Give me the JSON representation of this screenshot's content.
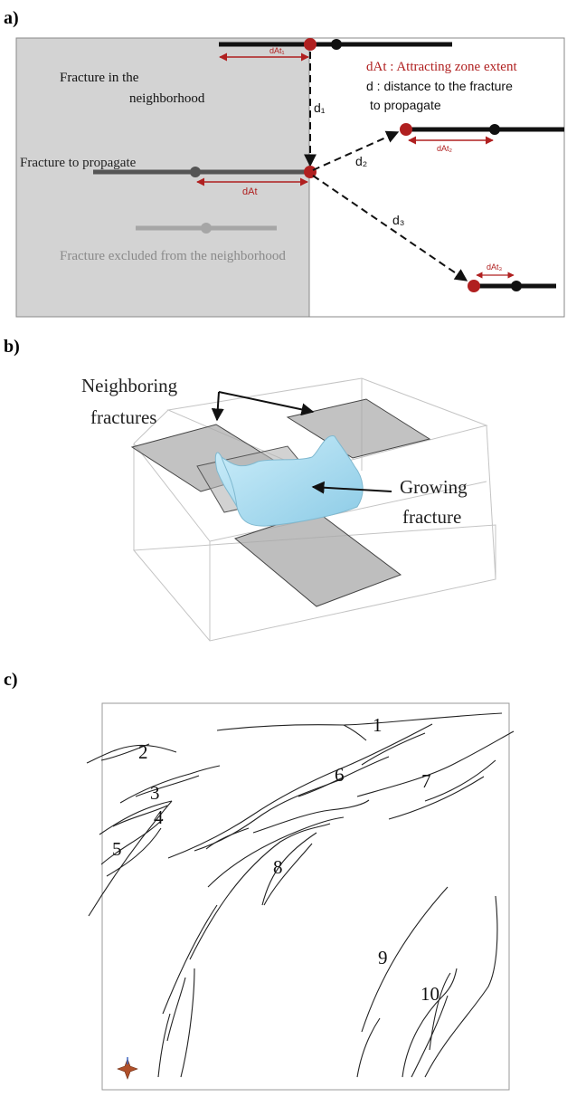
{
  "panel_a": {
    "label": "a)",
    "fracture_neighborhood": "Fracture in the",
    "fracture_neighborhood_2": "neighborhood",
    "fracture_propagate": "Fracture to propagate",
    "fracture_excluded": "Fracture excluded from the neighborhood",
    "legend_dat": "dAt : Attracting zone extent",
    "legend_d": "d : distance to the fracture",
    "legend_d_2": "to propagate",
    "dat": "dAt",
    "dat1": "dAt₁",
    "dat2": "dAt₂",
    "dat3": "dAt₃",
    "d1": "d₁",
    "d2": "d₂",
    "d3": "d₃",
    "colors": {
      "attract": "#b02020",
      "fracture": "#111111",
      "shade": "#d3d3d3"
    }
  },
  "panel_b": {
    "label": "b)",
    "neighboring": "Neighboring",
    "neighboring_2": "fractures",
    "growing": "Growing",
    "growing_2": "fracture",
    "colors": {
      "growing": "#a9dbef",
      "plane": "#a8a8a8"
    }
  },
  "panel_c": {
    "label": "c)",
    "numbers": [
      "1",
      "2",
      "3",
      "4",
      "5",
      "6",
      "7",
      "8",
      "9",
      "10"
    ]
  }
}
